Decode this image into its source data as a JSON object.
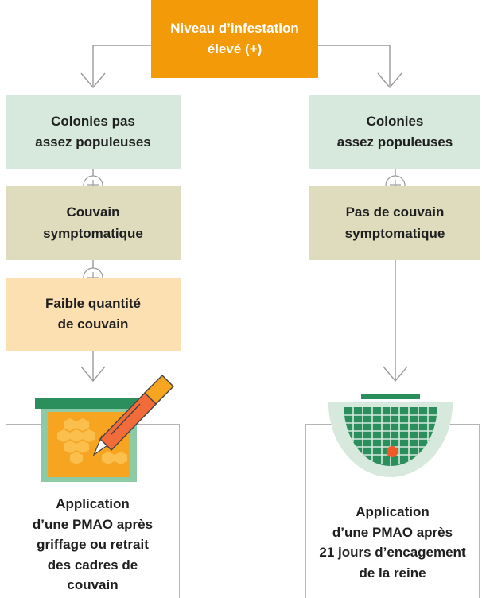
{
  "colors": {
    "orange": "#f29a08",
    "green_box": "#d6e9dc",
    "olive_box": "#dedcbd",
    "peach_box": "#fce0b2",
    "dark_green": "#2a8f5c",
    "connector": "#9a9a9a"
  },
  "top": {
    "label": "Niveau d’infestation\nélevé (+)"
  },
  "left_branch": {
    "box1": "Colonies pas\nassez populeuses",
    "box2": "Couvain\nsymptomatique",
    "box3": "Faible quantité\nde couvain",
    "outcome": "Application\nd’une PMAO après\ngriffage ou retrait\ndes cadres de\ncouvain",
    "icon": "frame-cutter-icon"
  },
  "right_branch": {
    "box1": "Colonies\nassez populeuses",
    "box2": "Pas de couvain\nsymptomatique",
    "outcome": "Application\nd’une PMAO après\n21 jours d’encagement\nde la reine",
    "icon": "queen-cage-icon"
  },
  "connectors": {
    "plus_symbol": "+"
  }
}
